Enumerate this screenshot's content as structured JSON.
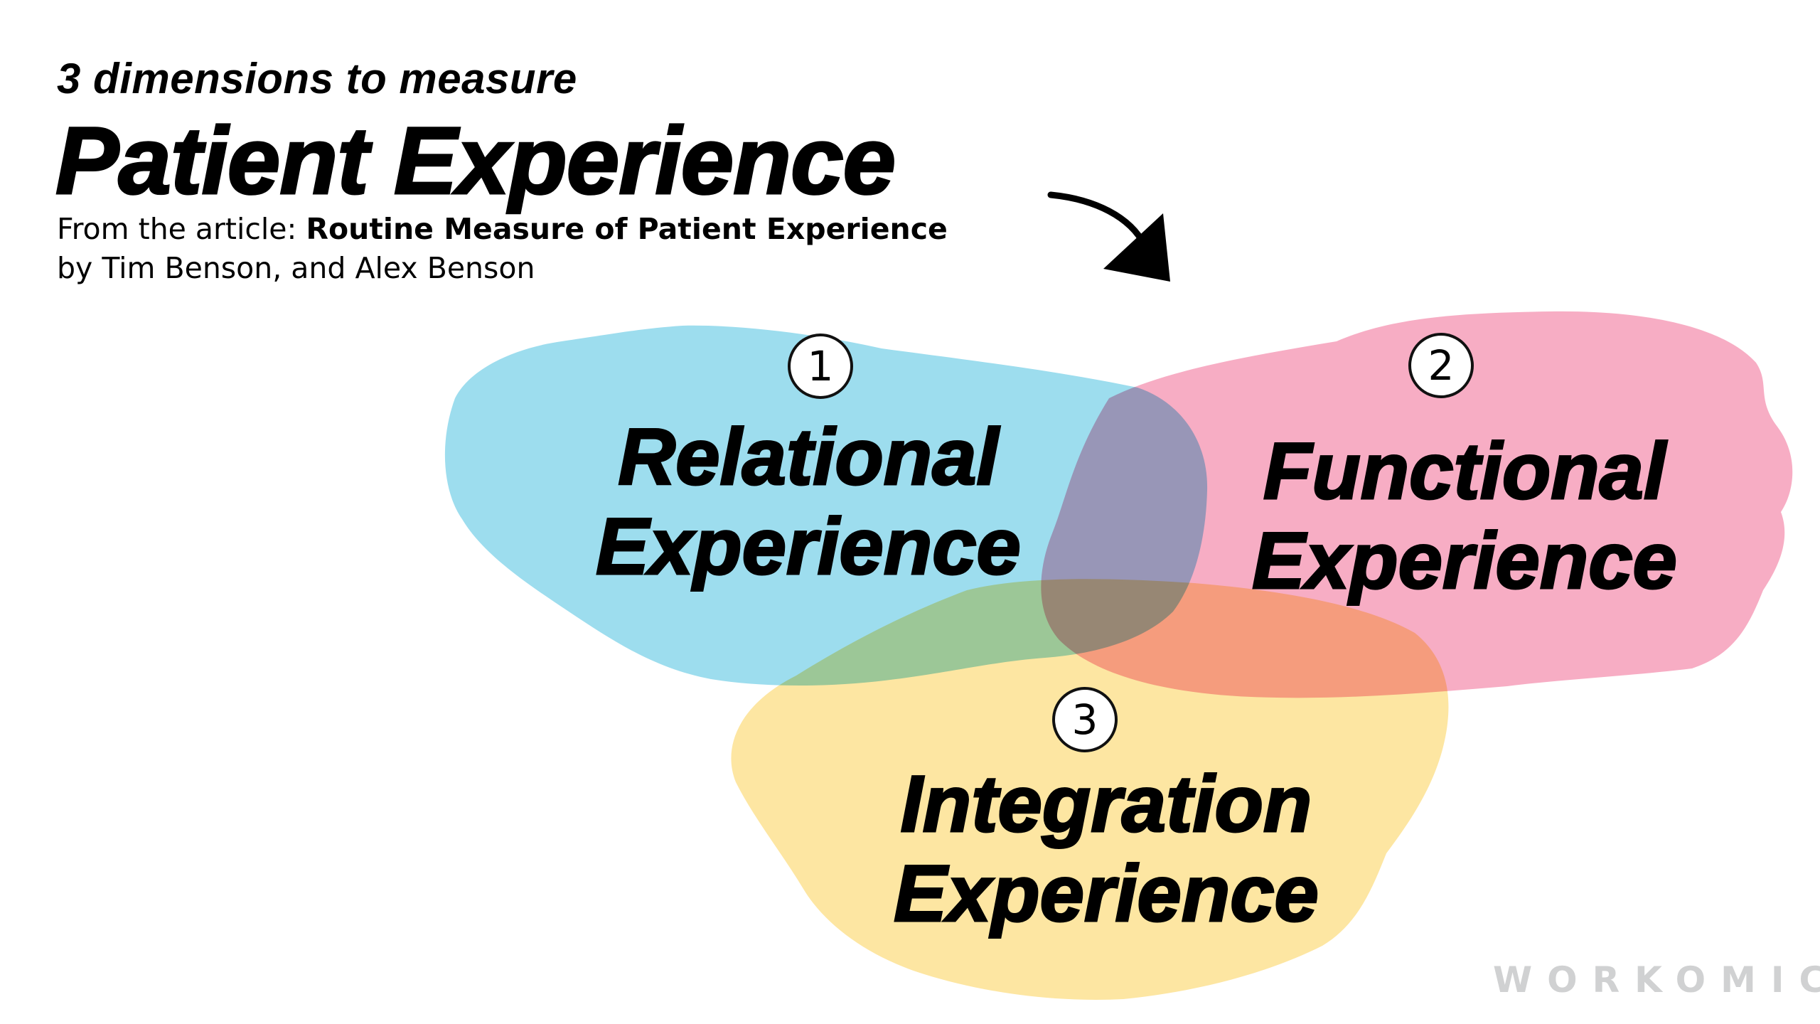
{
  "header": {
    "kicker": "3 dimensions to measure",
    "title": "Patient Experience",
    "source_prefix": "From the article: ",
    "source_title": "Routine Measure of Patient Experience",
    "authors": "by Tim Benson, and Alex Benson"
  },
  "dimensions": [
    {
      "number": "1",
      "line1": "Relational",
      "line2": "Experience",
      "color": "#9DDDEE"
    },
    {
      "number": "2",
      "line1": "Functional",
      "line2": "Experience",
      "color": "#F7ADC4"
    },
    {
      "number": "3",
      "line1": "Integration",
      "line2": "Experience",
      "color": "#FDE6A2"
    }
  ],
  "arrow_icon": "curved-arrow-down-right",
  "logo": {
    "text": "WORKOMICS",
    "color": "#D0D1D2"
  }
}
